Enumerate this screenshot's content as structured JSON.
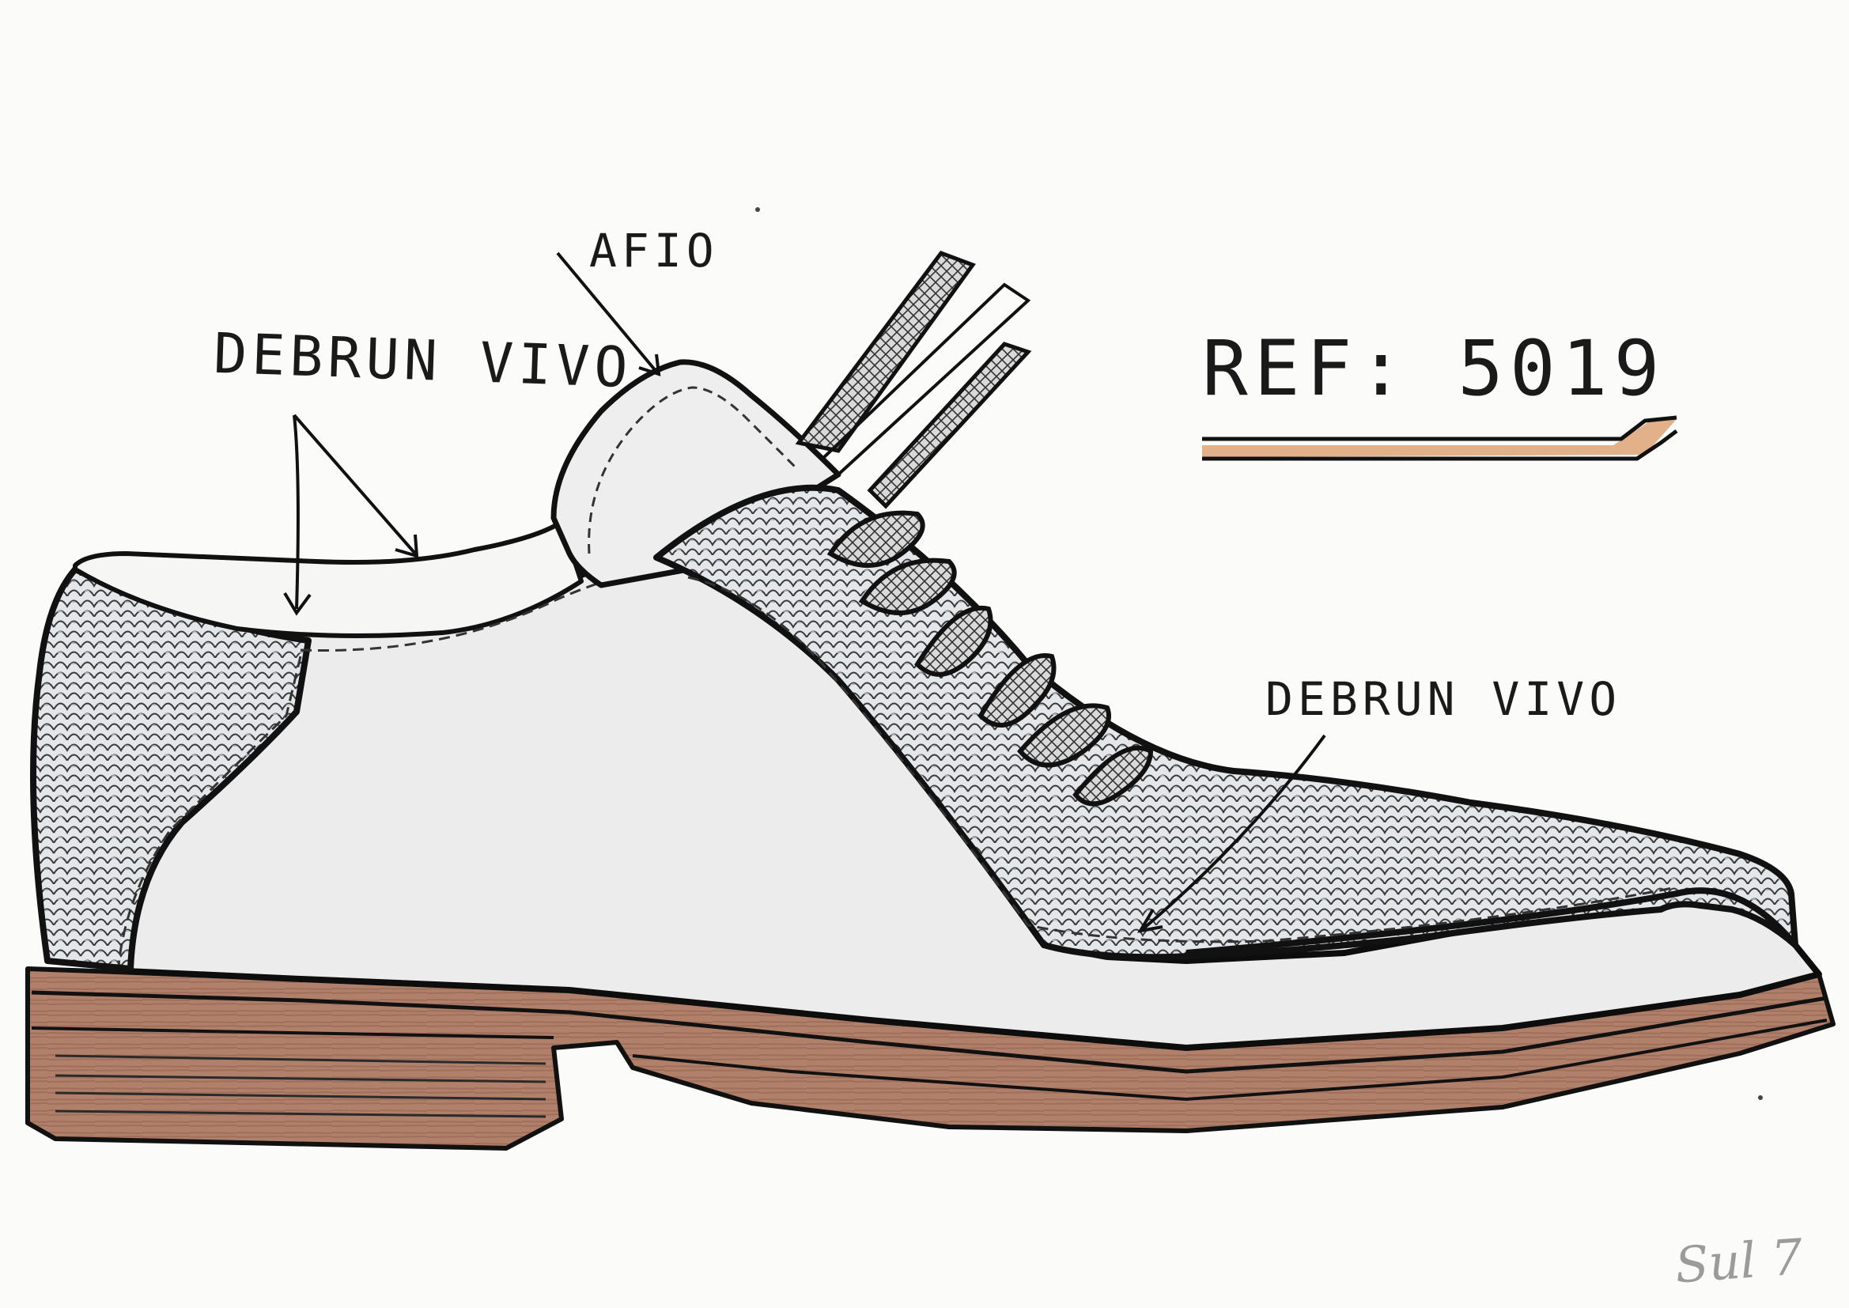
{
  "labels": {
    "heel_counter": "DEBRUN VIVO",
    "topline": "AFIO",
    "vamp": "DEBRUN VIVO"
  },
  "reference": {
    "prefix": "REF:",
    "number": "5019"
  },
  "signature": "Sul 7",
  "colors": {
    "ink": "#1a1a1a",
    "sole_wood": "#b0806b",
    "sole_light": "#d2b0a0",
    "upper_white": "#eeeeee",
    "scale_grey": "#9aa3ad",
    "underline_accent": "#e2b089"
  }
}
